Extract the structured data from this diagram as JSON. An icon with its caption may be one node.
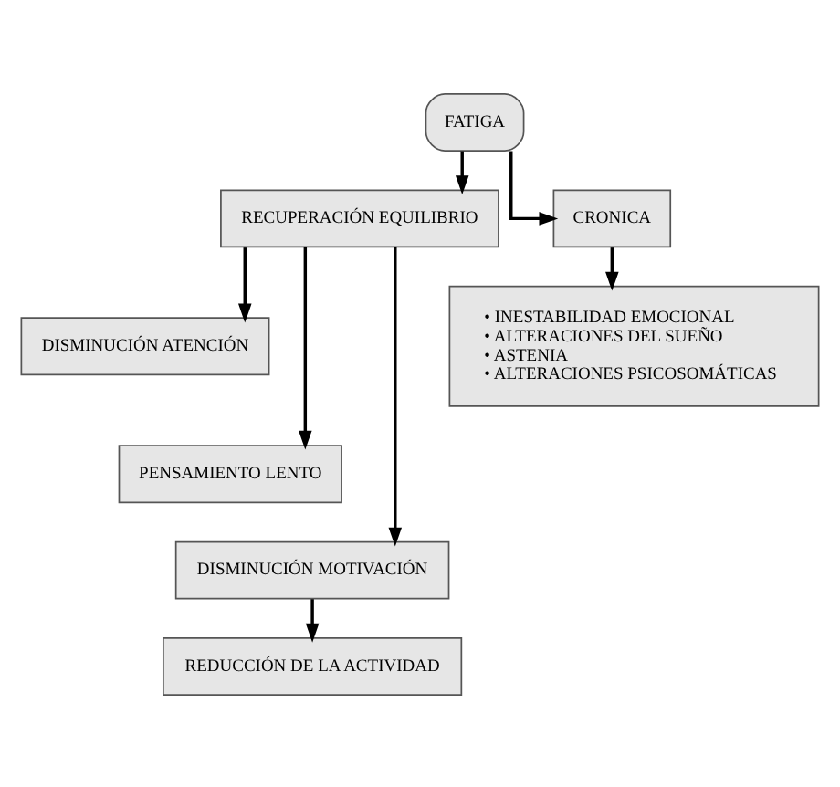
{
  "diagram": {
    "nodes": [
      {
        "text": [
          "FATIGA"
        ]
      },
      {
        "text": [
          "RECUPERACIÓN EQUILIBRIO"
        ]
      },
      {
        "text": [
          "CRONICA"
        ]
      },
      {
        "text": [
          "DISMINUCIÓN ATENCIÓN"
        ]
      },
      {
        "text": [
          "PENSAMIENTO LENTO"
        ]
      },
      {
        "text": [
          "DISMINUCIÓN MOTIVACIÓN"
        ]
      },
      {
        "text": [
          "REDUCCIÓN DE LA ACTIVIDAD"
        ]
      },
      {
        "text": [
          "• INESTABILIDAD EMOCIONAL",
          "• ALTERACIONES DEL SUEÑO",
          "• ASTENIA",
          "• ALTERACIONES PSICOSOMÁTICAS"
        ]
      }
    ],
    "edges": [
      {
        "from": 0,
        "to": 1,
        "arrow": "to"
      },
      {
        "from": 0,
        "to": 2,
        "arrow": "to"
      },
      {
        "from": 1,
        "to": 3,
        "arrow": "to"
      },
      {
        "from": 1,
        "to": 4,
        "arrow": "to"
      },
      {
        "from": 1,
        "to": 5,
        "arrow": "to"
      },
      {
        "from": 5,
        "to": 6,
        "arrow": "to"
      },
      {
        "from": 2,
        "to": 7,
        "arrow": "to"
      }
    ]
  }
}
